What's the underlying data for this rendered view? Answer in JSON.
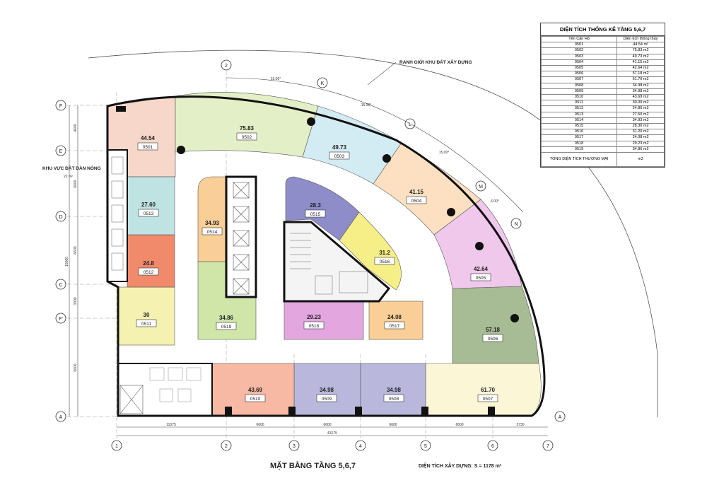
{
  "plan_title": "MẶT BẰNG TẦNG 5,6,7",
  "build_area": "DIỆN TÍCH XÂY DỰNG: S = 1178 m²",
  "boundary_label": "RANH GIỚI KHU ĐẤT XÂY DỰNG",
  "hot_area_label": "KHU VỰC ĐẶT DÀN NÓNG",
  "hot_area_size": "22 m²",
  "units": {
    "u01": {
      "area": "44.54",
      "code": "0501"
    },
    "u02": {
      "area": "75.83",
      "code": "0502"
    },
    "u03": {
      "area": "49.73",
      "code": "0503"
    },
    "u04": {
      "area": "41.15",
      "code": "0504"
    },
    "u05": {
      "area": "42.64",
      "code": "0505"
    },
    "u06": {
      "area": "57.18",
      "code": "0506"
    },
    "u07": {
      "area": "61.70",
      "code": "0507"
    },
    "u08": {
      "area": "34.98",
      "code": "0508"
    },
    "u09": {
      "area": "34.98",
      "code": "0509"
    },
    "u10": {
      "area": "43.69",
      "code": "0510"
    },
    "u11": {
      "area": "30",
      "code": "0511"
    },
    "u12": {
      "area": "24.8",
      "code": "0512"
    },
    "u13": {
      "area": "27.60",
      "code": "0513"
    },
    "u14": {
      "area": "34.93",
      "code": "0514"
    },
    "u15": {
      "area": "28.3",
      "code": "0515"
    },
    "u16": {
      "area": "31.2",
      "code": "0516"
    },
    "u17": {
      "area": "24.08",
      "code": "0517"
    },
    "u18": {
      "area": "29.23",
      "code": "0518"
    },
    "u19": {
      "area": "34.86",
      "code": "0519"
    }
  },
  "colors": {
    "u01": "#f7d7c9",
    "u02": "#e3efc7",
    "u03": "#d3ebf3",
    "u04": "#fde0c2",
    "u05": "#efc8ec",
    "u06": "#a7bb94",
    "u07": "#fbf6d6",
    "u08": "#b9b7dc",
    "u09": "#b9b7dc",
    "u10": "#f7b8a4",
    "u11": "#f5f1b0",
    "u12": "#f08a6b",
    "u13": "#bfe2e2",
    "u14": "#f9cf97",
    "u15": "#8e8cc9",
    "u16": "#f6ee86",
    "u17": "#f9cf97",
    "u18": "#e3a6df",
    "u19": "#cfe6a8",
    "wall": "#111111"
  },
  "grid_axes": {
    "top": [
      "2",
      "K",
      "L",
      "M",
      "N"
    ],
    "left": [
      "F",
      "E",
      "D",
      "C",
      "F'",
      "A"
    ],
    "right": [
      "A"
    ],
    "bottom": [
      "1",
      "2",
      "3",
      "4",
      "5",
      "6",
      "7"
    ]
  },
  "dimensions": {
    "bottom": [
      "11075",
      "6600",
      "6600",
      "6600",
      "6600",
      "3730"
    ],
    "bottom_total": "43175",
    "left": [
      "4600",
      "6600",
      "6600",
      "15000",
      "3300",
      "6600"
    ],
    "arc": [
      "15.00°",
      "15.00°",
      "15.00°",
      "6.00°"
    ]
  },
  "stats_table": {
    "title": "DIỆN TÍCH THỐNG KÊ TẦNG 5,6,7",
    "headers": [
      "Tên Căn Hộ",
      "Diện tích thông thủy"
    ],
    "rows": [
      [
        "0501",
        "44.54 m²"
      ],
      [
        "0502",
        "75.83 m2"
      ],
      [
        "0503",
        "49.73 m2"
      ],
      [
        "0504",
        "41.15 m2"
      ],
      [
        "0505",
        "42.64 m2"
      ],
      [
        "0506",
        "57.18 m2"
      ],
      [
        "0507",
        "61.70 m2"
      ],
      [
        "0508",
        "34.98 m2"
      ],
      [
        "0509",
        "34.98 m2"
      ],
      [
        "0510",
        "43.69 m2"
      ],
      [
        "0511",
        "30.00 m2"
      ],
      [
        "0512",
        "24.80 m2"
      ],
      [
        "0513",
        "27.60 m2"
      ],
      [
        "0514",
        "34.93 m2"
      ],
      [
        "0515",
        "28.30 m2"
      ],
      [
        "0516",
        "31.20 m2"
      ],
      [
        "0517",
        "24.08 m2"
      ],
      [
        "0518",
        "29.23 m2"
      ],
      [
        "0519",
        "34.86 m2"
      ]
    ],
    "total_label": "TỔNG DIỆN TÍCH THƯƠNG MẠI",
    "total_value": "m2"
  }
}
